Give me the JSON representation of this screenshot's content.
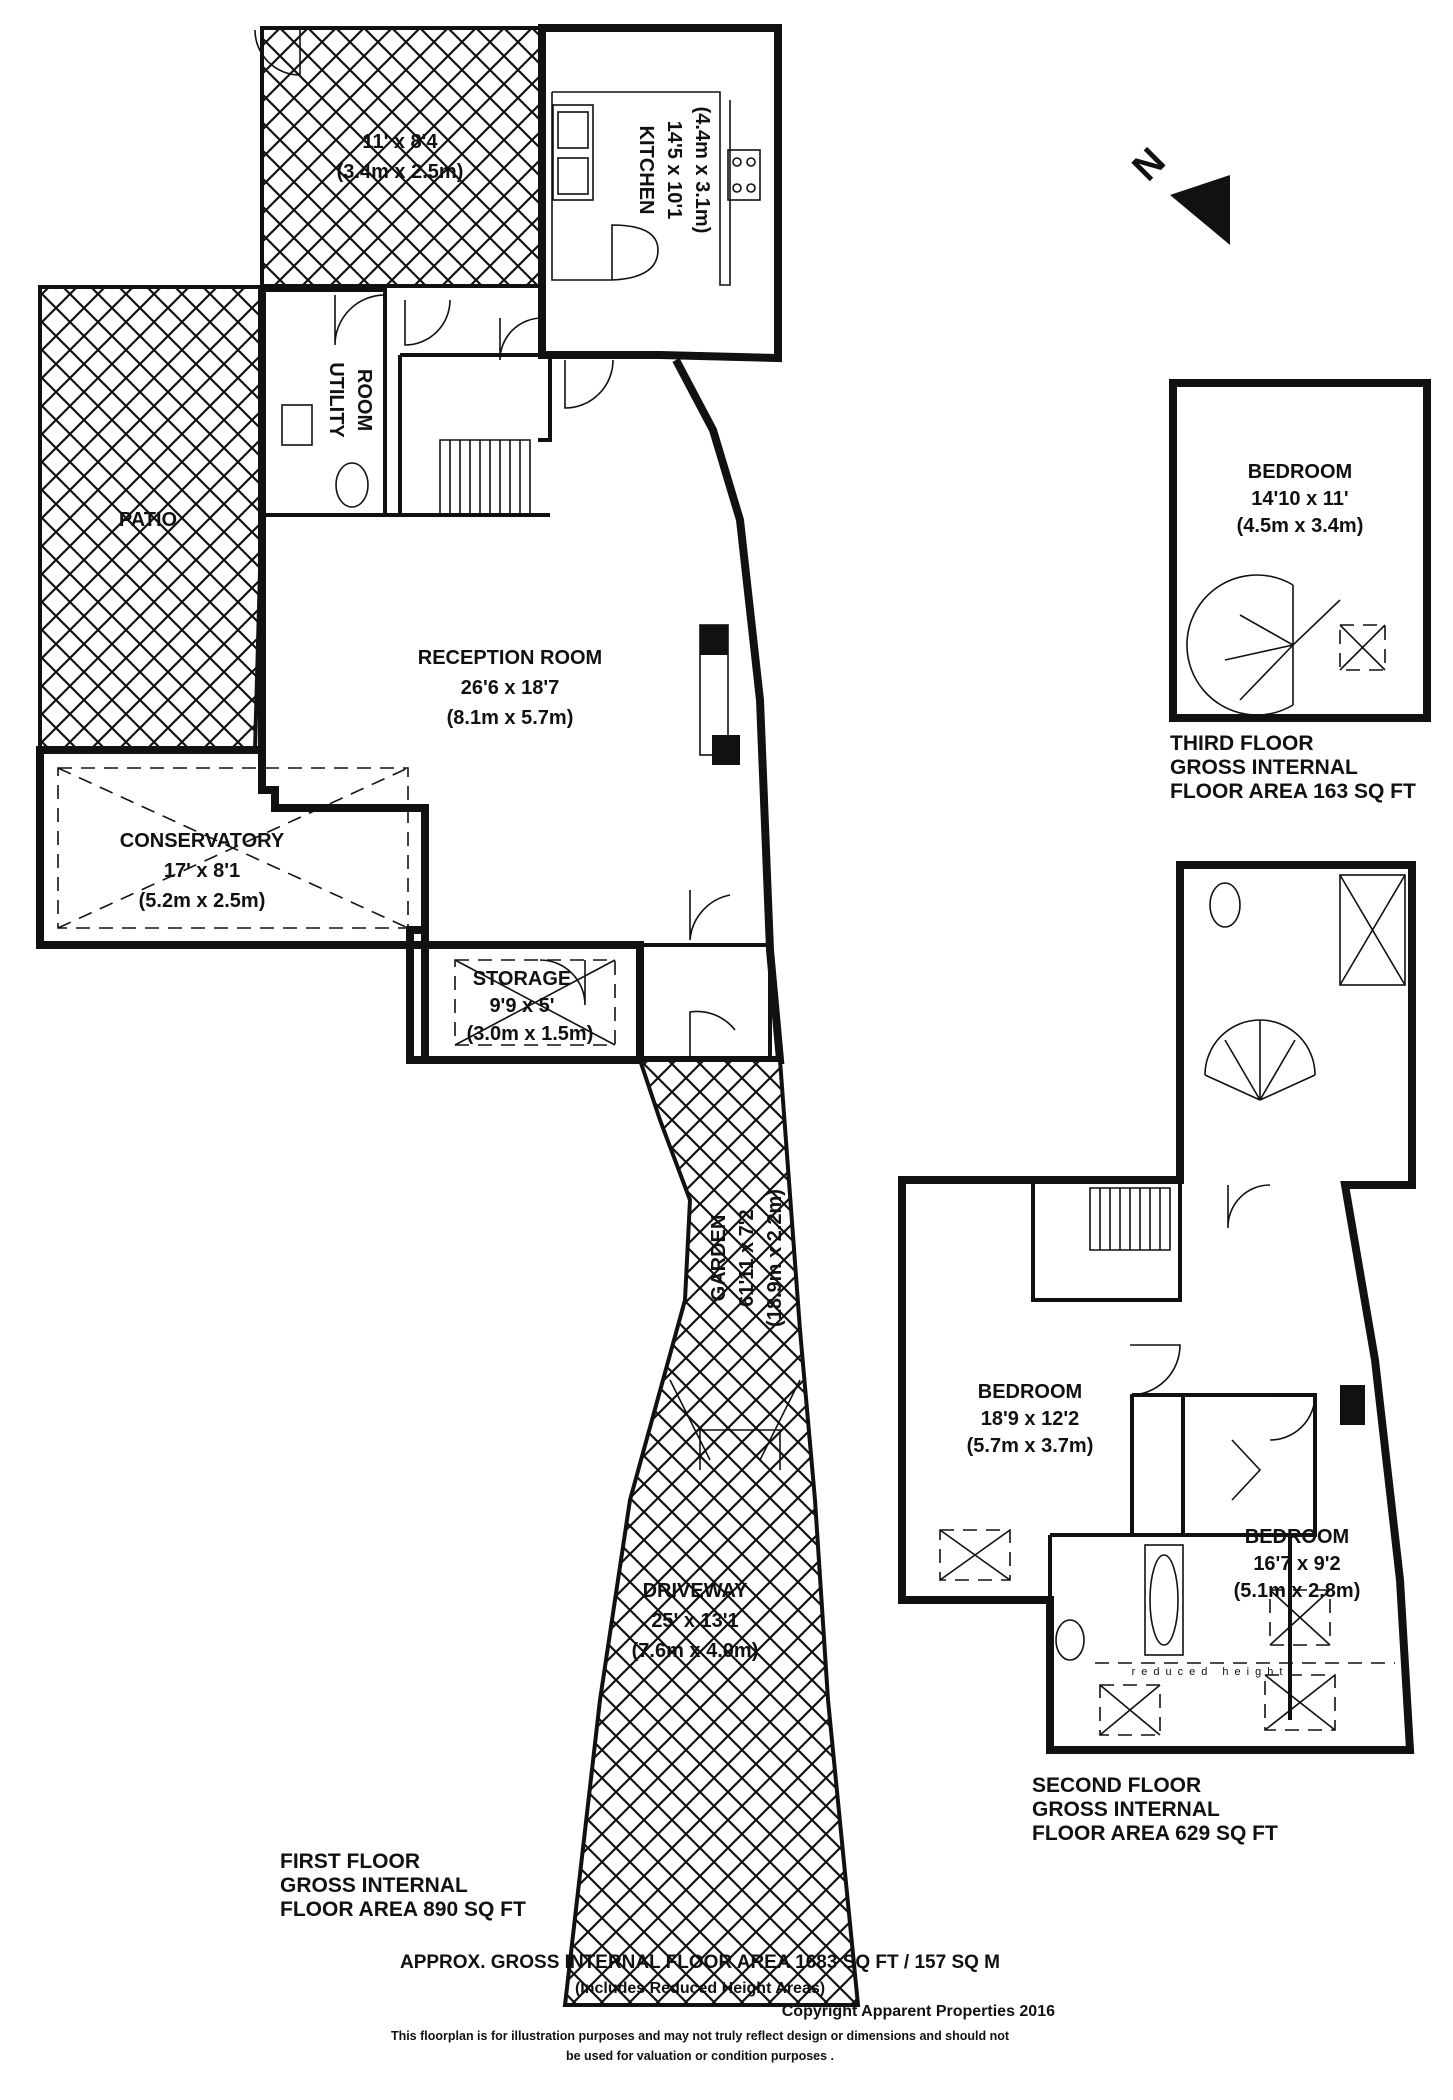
{
  "compass": {
    "label": "N"
  },
  "rooms": {
    "store_room": {
      "dims": "11' x 8'4",
      "metric": "(3.4m x 2.5m)"
    },
    "kitchen": {
      "name": "KITCHEN",
      "dims": "14'5 x 10'1",
      "metric": "(4.4m x 3.1m)"
    },
    "utility": {
      "line1": "UTILITY",
      "line2": "ROOM"
    },
    "patio": {
      "name": "PATIO"
    },
    "reception": {
      "name": "RECEPTION ROOM",
      "dims": "26'6 x 18'7",
      "metric": "(8.1m x 5.7m)"
    },
    "conservatory": {
      "name": "CONSERVATORY",
      "dims": "17' x 8'1",
      "metric": "(5.2m x 2.5m)"
    },
    "storage": {
      "name": "STORAGE",
      "dims": "9'9 x 5'",
      "metric": "(3.0m x 1.5m)"
    },
    "garden": {
      "name": "GARDEN",
      "dims": "61'11 x 7'2",
      "metric": "(18.9m x 2.2m)"
    },
    "driveway": {
      "name": "DRIVEWAY",
      "dims": "25' x 13'1",
      "metric": "(7.6m x 4.0m)"
    },
    "third_bedroom": {
      "name": "BEDROOM",
      "dims": "14'10 x 11'",
      "metric": "(4.5m x 3.4m)"
    },
    "second_bedroom_1": {
      "name": "BEDROOM",
      "dims": "18'9 x 12'2",
      "metric": "(5.7m x 3.7m)"
    },
    "second_bedroom_2": {
      "name": "BEDROOM",
      "dims": "16'7 x 9'2",
      "metric": "(5.1m x 2.8m)"
    },
    "reduced_height": "reduced height"
  },
  "floors": {
    "first": {
      "line1": "FIRST FLOOR",
      "line2": "GROSS INTERNAL",
      "line3": "FLOOR AREA 890 SQ FT"
    },
    "second": {
      "line1": "SECOND FLOOR",
      "line2": "GROSS INTERNAL",
      "line3": "FLOOR AREA 629 SQ FT"
    },
    "third": {
      "line1": "THIRD FLOOR",
      "line2": "GROSS INTERNAL",
      "line3": "FLOOR AREA 163 SQ FT"
    }
  },
  "footer": {
    "total": "APPROX. GROSS INTERNAL FLOOR AREA 1683 SQ FT / 157 SQ M",
    "note": "(Includes Reduced Height Areas)",
    "copyright": "Copyright Apparent Properties 2016",
    "disclaimer1": "This floorplan is for illustration purposes and may not truly reflect design or dimensions and should not",
    "disclaimer2": "be used for valuation or condition purposes ."
  }
}
